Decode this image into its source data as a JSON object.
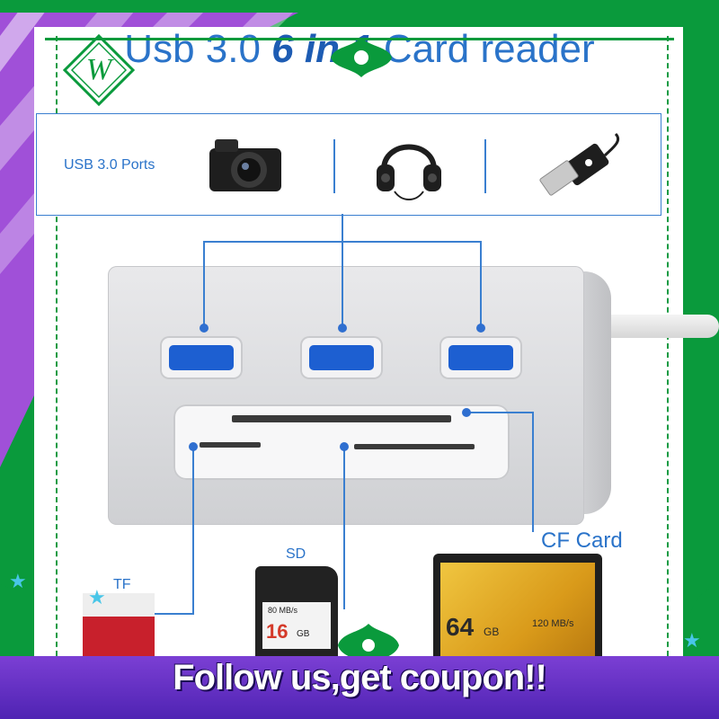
{
  "title": {
    "pre": "Usb 3.0 ",
    "emph": "6 in 1",
    "post": " Card reader"
  },
  "ports": {
    "label": "USB 3.0 Ports",
    "icons": [
      "camera-icon",
      "headphones-icon",
      "usb-cable-icon"
    ]
  },
  "cards": {
    "tf": {
      "label": "TF"
    },
    "sd": {
      "label": "SD",
      "speed": "80 MB/s",
      "capacity": "16",
      "unit": "GB"
    },
    "cf": {
      "label": "CF Card",
      "speed": "120 MB/s",
      "capacity": "64",
      "unit": "GB"
    }
  },
  "banner": {
    "text": "Follow us,get coupon!!"
  },
  "colors": {
    "frame_green": "#0a9a3c",
    "accent_blue": "#2a73c9",
    "port_blue": "#1d5fd1",
    "banner_purple": "#5a2bbf"
  }
}
